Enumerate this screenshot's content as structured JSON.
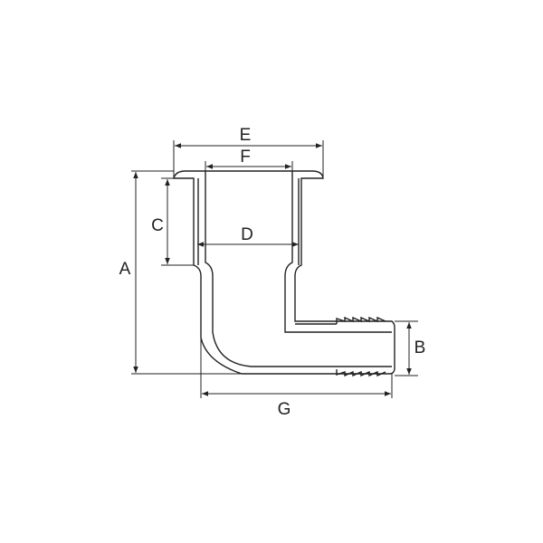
{
  "diagram": {
    "labels": {
      "A": "A",
      "B": "B",
      "C": "C",
      "D": "D",
      "E": "E",
      "F": "F",
      "G": "G"
    },
    "line_color": "#222222"
  }
}
